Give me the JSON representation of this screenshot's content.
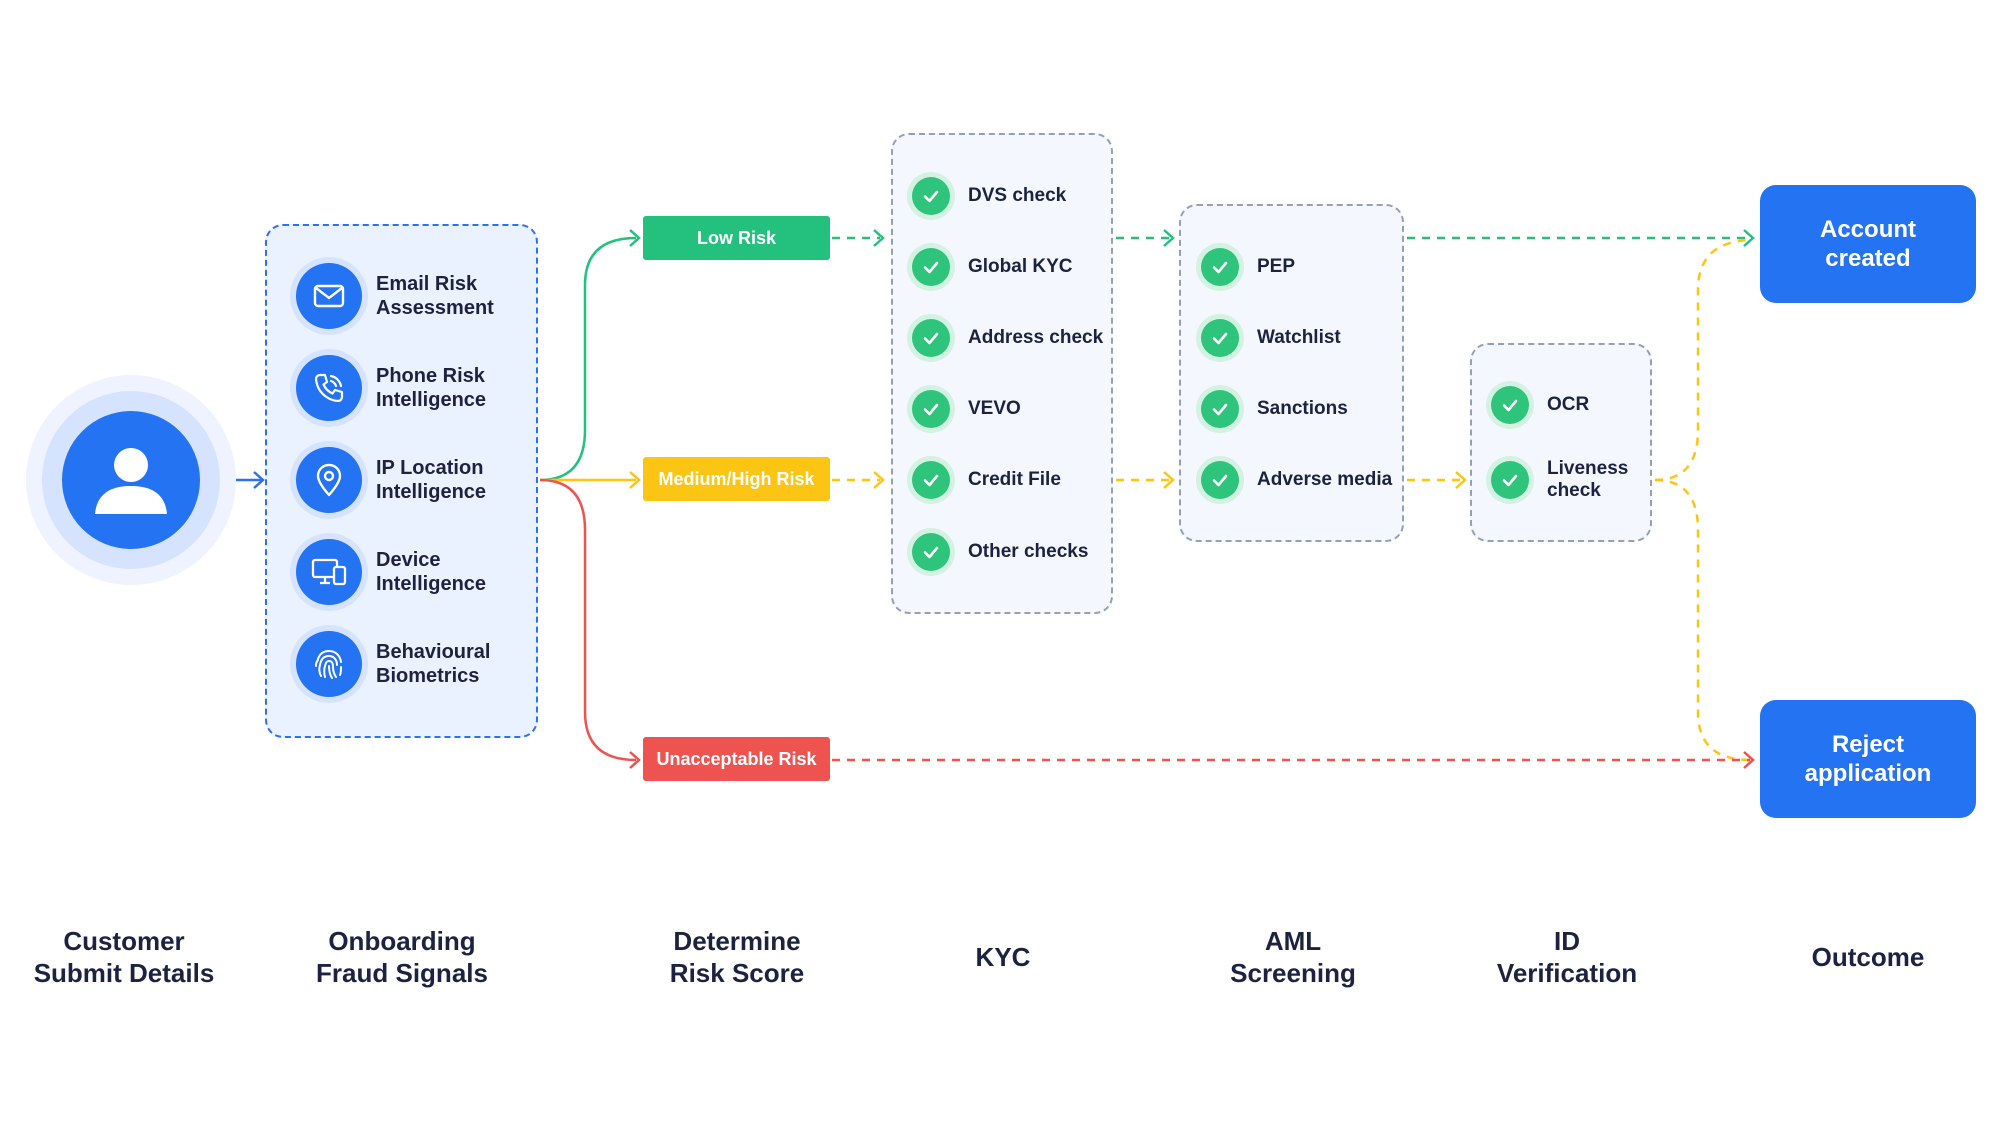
{
  "colors": {
    "accent_blue": "#2473f2",
    "low_risk": "#24c07e",
    "medium_risk": "#fdc513",
    "unacceptable_risk": "#ef5350",
    "check_green": "#2fc47b",
    "dashed_grey": "#93a0b8"
  },
  "customer": {
    "icon": "user-icon"
  },
  "fraud_signals": [
    {
      "icon": "envelope-icon",
      "line1": "Email Risk",
      "line2": "Assessment"
    },
    {
      "icon": "phone-icon",
      "line1": "Phone Risk",
      "line2": "Intelligence"
    },
    {
      "icon": "location-pin-icon",
      "line1": "IP Location",
      "line2": "Intelligence"
    },
    {
      "icon": "devices-icon",
      "line1": "Device",
      "line2": "Intelligence"
    },
    {
      "icon": "fingerprint-icon",
      "line1": "Behavioural",
      "line2": "Biometrics"
    }
  ],
  "risk_levels": {
    "low": "Low Risk",
    "medium_high": "Medium/High Risk",
    "unacceptable": "Unacceptable Risk"
  },
  "kyc_checks": [
    "DVS check",
    "Global KYC",
    "Address check",
    "VEVO",
    "Credit File",
    "Other checks"
  ],
  "aml_checks": [
    "PEP",
    "Watchlist",
    "Sanctions",
    "Adverse media"
  ],
  "id_checks": [
    "OCR",
    "Liveness check"
  ],
  "outcomes": {
    "accept_line1": "Account",
    "accept_line2": "created",
    "reject_line1": "Reject",
    "reject_line2": "application"
  },
  "stages": [
    {
      "line1": "Customer",
      "line2": "Submit Details"
    },
    {
      "line1": "Onboarding",
      "line2": "Fraud Signals"
    },
    {
      "line1": "Determine",
      "line2": "Risk Score"
    },
    {
      "line1": "KYC",
      "line2": ""
    },
    {
      "line1": "AML",
      "line2": "Screening"
    },
    {
      "line1": "ID",
      "line2": "Verification"
    },
    {
      "line1": "Outcome",
      "line2": ""
    }
  ]
}
